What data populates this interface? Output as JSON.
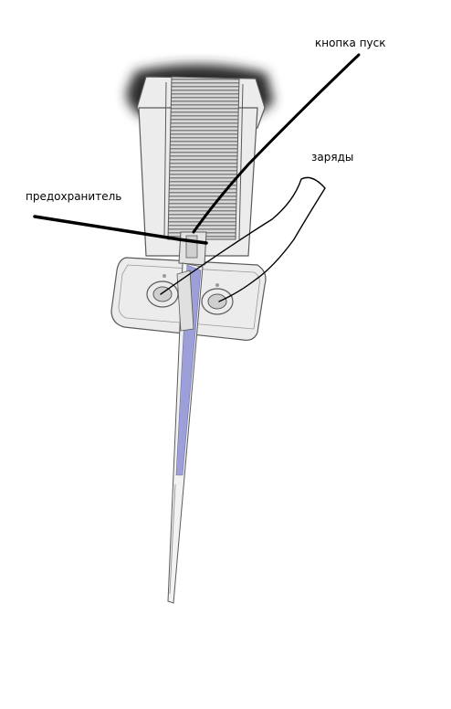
{
  "diagram": {
    "labels": {
      "start_button": "кнопка пуск",
      "charges": "заряды",
      "safety": "предохранитель"
    },
    "colors": {
      "background": "#ffffff",
      "body_fill": "#ececec",
      "outline": "#5a5a5a",
      "blade_accent": "#9da0d8",
      "pointer_line": "#000000",
      "shadow": "#2a2a2a"
    }
  }
}
